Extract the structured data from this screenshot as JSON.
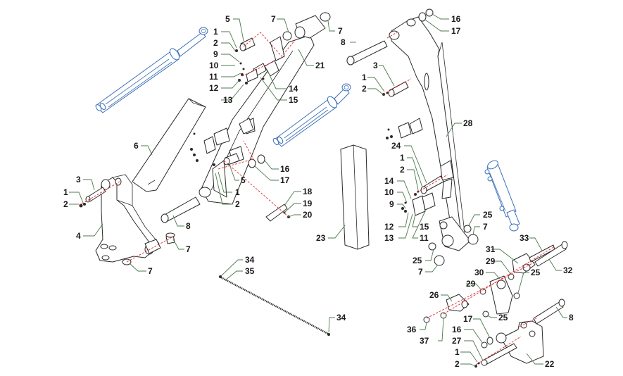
{
  "diagram": {
    "type": "exploded-parts-diagram",
    "description": "Front loader arm assembly with hydraulic cylinders, mounting brackets, pins and hardware",
    "colors": {
      "parts_outline": "#2a2a2a",
      "hydraulic_cylinders": "#3b6fb8",
      "assembly_axis": "#e0262b",
      "leader_lines": "#4c7a4c",
      "callout_text": "#1a1a1a"
    },
    "callouts": [
      {
        "id": "c-5-top",
        "label": "5"
      },
      {
        "id": "c-1-top",
        "label": "1"
      },
      {
        "id": "c-2-top",
        "label": "2"
      },
      {
        "id": "c-9-top",
        "label": "9"
      },
      {
        "id": "c-10-top",
        "label": "10"
      },
      {
        "id": "c-11-top",
        "label": "11"
      },
      {
        "id": "c-12-top",
        "label": "12"
      },
      {
        "id": "c-13-top",
        "label": "13"
      },
      {
        "id": "c-14-top",
        "label": "14"
      },
      {
        "id": "c-15-top",
        "label": "15"
      },
      {
        "id": "c-7-top-a",
        "label": "7"
      },
      {
        "id": "c-7-top-b",
        "label": "7"
      },
      {
        "id": "c-21",
        "label": "21"
      },
      {
        "id": "c-8-top",
        "label": "8"
      },
      {
        "id": "c-16-top",
        "label": "16"
      },
      {
        "id": "c-17-top",
        "label": "17"
      },
      {
        "id": "c-3-right",
        "label": "3"
      },
      {
        "id": "c-1-right",
        "label": "1"
      },
      {
        "id": "c-2-right",
        "label": "2"
      },
      {
        "id": "c-28",
        "label": "28"
      },
      {
        "id": "c-6",
        "label": "6"
      },
      {
        "id": "c-3-left",
        "label": "3"
      },
      {
        "id": "c-1-left",
        "label": "1"
      },
      {
        "id": "c-2-left",
        "label": "2"
      },
      {
        "id": "c-4",
        "label": "4"
      },
      {
        "id": "c-7-left-a",
        "label": "7"
      },
      {
        "id": "c-7-left-b",
        "label": "7"
      },
      {
        "id": "c-8-mid",
        "label": "8"
      },
      {
        "id": "c-5-mid",
        "label": "5"
      },
      {
        "id": "c-1-mid",
        "label": "1"
      },
      {
        "id": "c-2-mid",
        "label": "2"
      },
      {
        "id": "c-16-mid",
        "label": "16"
      },
      {
        "id": "c-17-mid",
        "label": "17"
      },
      {
        "id": "c-18",
        "label": "18"
      },
      {
        "id": "c-19",
        "label": "19"
      },
      {
        "id": "c-20",
        "label": "20"
      },
      {
        "id": "c-23",
        "label": "23"
      },
      {
        "id": "c-24",
        "label": "24"
      },
      {
        "id": "c-1-low",
        "label": "1"
      },
      {
        "id": "c-2-low",
        "label": "2"
      },
      {
        "id": "c-14-low",
        "label": "14"
      },
      {
        "id": "c-10-low",
        "label": "10"
      },
      {
        "id": "c-9-low",
        "label": "9"
      },
      {
        "id": "c-12-low",
        "label": "12"
      },
      {
        "id": "c-13-low",
        "label": "13"
      },
      {
        "id": "c-15-low",
        "label": "15"
      },
      {
        "id": "c-11-low",
        "label": "11"
      },
      {
        "id": "c-25-a",
        "label": "25"
      },
      {
        "id": "c-7-right-a",
        "label": "7"
      },
      {
        "id": "c-25-b",
        "label": "25"
      },
      {
        "id": "c-7-right-b",
        "label": "7"
      },
      {
        "id": "c-33",
        "label": "33"
      },
      {
        "id": "c-31",
        "label": "31"
      },
      {
        "id": "c-29-a",
        "label": "29"
      },
      {
        "id": "c-32",
        "label": "32"
      },
      {
        "id": "c-30",
        "label": "30"
      },
      {
        "id": "c-25-c",
        "label": "25"
      },
      {
        "id": "c-29-b",
        "label": "29"
      },
      {
        "id": "c-26",
        "label": "26"
      },
      {
        "id": "c-25-d",
        "label": "25"
      },
      {
        "id": "c-36",
        "label": "36"
      },
      {
        "id": "c-37",
        "label": "37"
      },
      {
        "id": "c-17-bot",
        "label": "17"
      },
      {
        "id": "c-16-bot",
        "label": "16"
      },
      {
        "id": "c-27",
        "label": "27"
      },
      {
        "id": "c-1-bot",
        "label": "1"
      },
      {
        "id": "c-2-bot",
        "label": "2"
      },
      {
        "id": "c-8-bot",
        "label": "8"
      },
      {
        "id": "c-22",
        "label": "22"
      },
      {
        "id": "c-34-a",
        "label": "34"
      },
      {
        "id": "c-35",
        "label": "35"
      },
      {
        "id": "c-34-b",
        "label": "34"
      }
    ]
  }
}
